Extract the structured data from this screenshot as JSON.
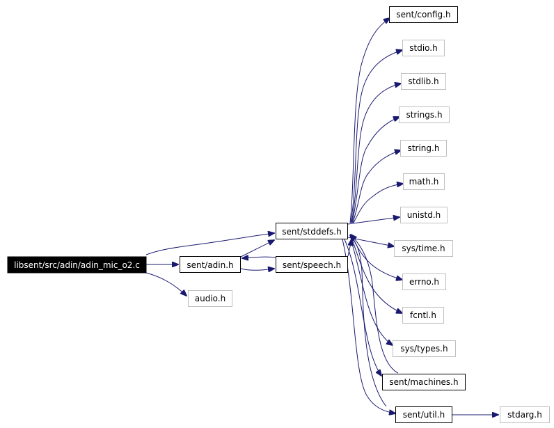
{
  "colors": {
    "edge": "#191970",
    "node_border_documented": "#000000",
    "node_border_external": "#bfbfbf",
    "root_fill": "#000000",
    "root_text": "#ffffff",
    "node_text": "#000000"
  },
  "nodes": {
    "root": {
      "label": "libsent/src/adin/adin_mic_o2.c"
    },
    "adin": {
      "label": "sent/adin.h"
    },
    "audio": {
      "label": "audio.h"
    },
    "stddefs": {
      "label": "sent/stddefs.h"
    },
    "speech": {
      "label": "sent/speech.h"
    },
    "config": {
      "label": "sent/config.h"
    },
    "stdio": {
      "label": "stdio.h"
    },
    "stdlib": {
      "label": "stdlib.h"
    },
    "strings": {
      "label": "strings.h"
    },
    "string": {
      "label": "string.h"
    },
    "math": {
      "label": "math.h"
    },
    "unistd": {
      "label": "unistd.h"
    },
    "systime": {
      "label": "sys/time.h"
    },
    "errno": {
      "label": "errno.h"
    },
    "fcntl": {
      "label": "fcntl.h"
    },
    "systypes": {
      "label": "sys/types.h"
    },
    "machines": {
      "label": "sent/machines.h"
    },
    "util": {
      "label": "sent/util.h"
    },
    "stdarg": {
      "label": "stdarg.h"
    }
  }
}
